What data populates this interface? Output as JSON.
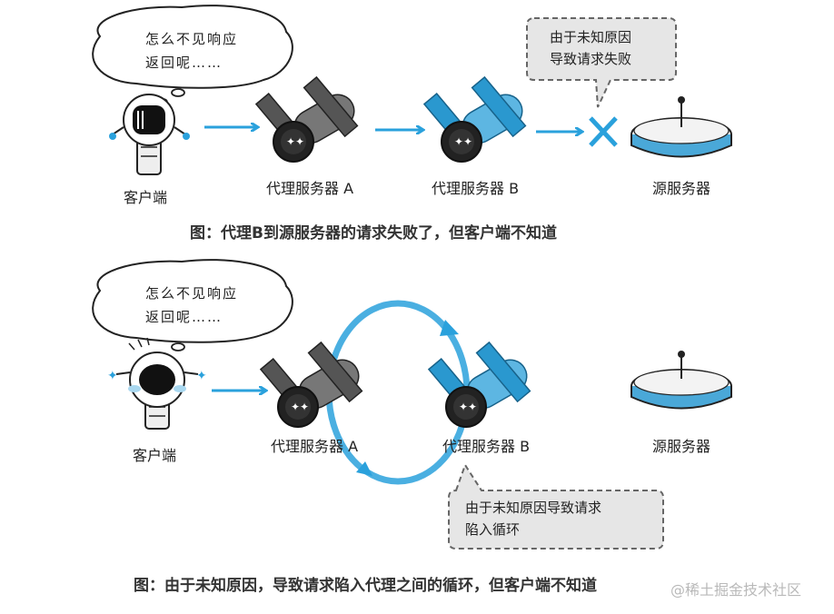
{
  "top": {
    "thought_line1": "怎么不见响应",
    "thought_line2": "返回呢……",
    "client_label": "客户端",
    "proxy_a_label": "代理服务器 A",
    "proxy_b_label": "代理服务器 B",
    "origin_label": "源服务器",
    "callout_line1": "由于未知原因",
    "callout_line2": "导致请求失败",
    "caption": "图：代理B到源服务器的请求失败了，但客户端不知道"
  },
  "bottom": {
    "thought_line1": "怎么不见响应",
    "thought_line2": "返回呢……",
    "client_label": "客户端",
    "proxy_a_label": "代理服务器 A",
    "proxy_b_label": "代理服务器 B",
    "origin_label": "源服务器",
    "callout_line1": "由于未知原因导致请求",
    "callout_line2": "陷入循环",
    "caption": "图：由于未知原因，导致请求陷入代理之间的循环，但客户端不知道"
  },
  "watermark": "@稀土掘金技术社区",
  "colors": {
    "arrow": "#2aa1dc",
    "proxy_a": "#555555",
    "proxy_b": "#2a98cf",
    "callout_bg": "#e6e6e6",
    "error": "#2aa1dc"
  }
}
